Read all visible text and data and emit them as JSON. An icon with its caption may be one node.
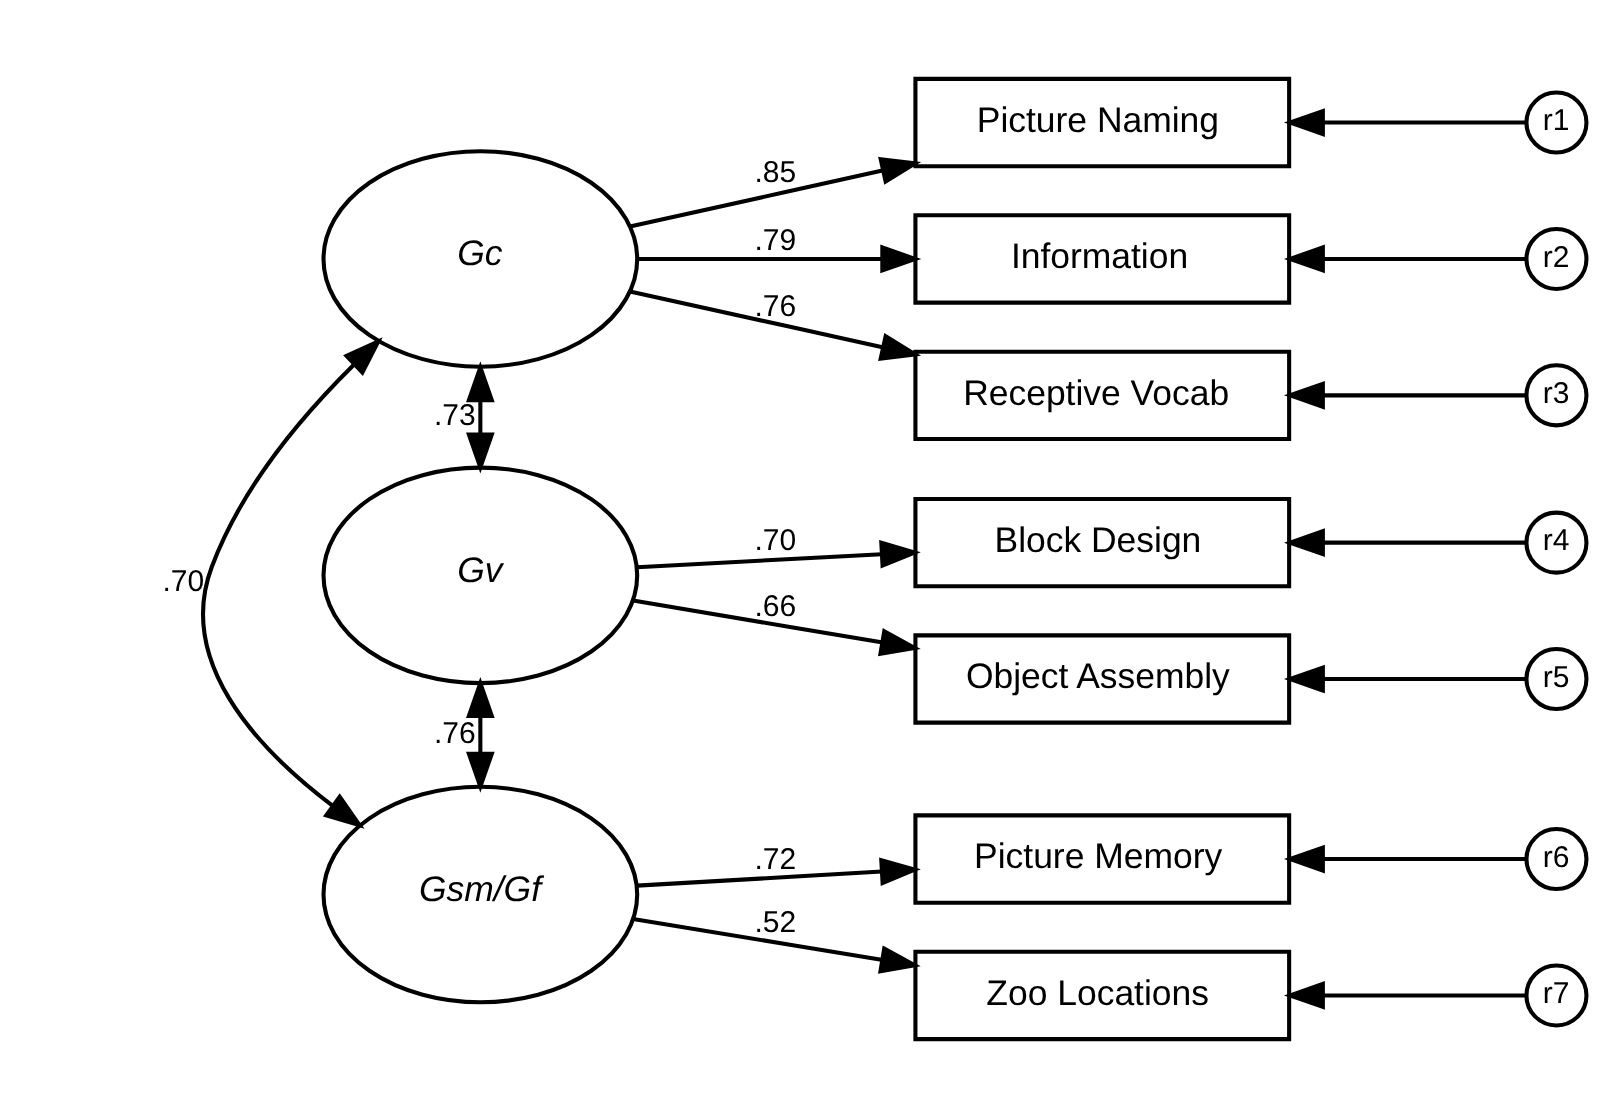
{
  "diagram": {
    "nodes": [
      {
        "text": [
          "Gc"
        ]
      },
      {
        "text": [
          "Gv"
        ]
      },
      {
        "text": [
          "Gsm/Gf"
        ]
      },
      {
        "text": [
          "Picture Naming"
        ]
      },
      {
        "text": [
          "Information"
        ]
      },
      {
        "text": [
          "Receptive Vocab"
        ]
      },
      {
        "text": [
          "Block Design"
        ]
      },
      {
        "text": [
          "Object Assembly"
        ]
      },
      {
        "text": [
          "Picture Memory"
        ]
      },
      {
        "text": [
          "Zoo Locations"
        ]
      },
      {
        "text": [
          "r1"
        ]
      },
      {
        "text": [
          "r2"
        ]
      },
      {
        "text": [
          "r3"
        ]
      },
      {
        "text": [
          "r4"
        ]
      },
      {
        "text": [
          "r5"
        ]
      },
      {
        "text": [
          "r6"
        ]
      },
      {
        "text": [
          "r7"
        ]
      }
    ],
    "edges": [
      {
        "from": 0,
        "to": 3,
        "arrow": "to",
        "label": ".85"
      },
      {
        "from": 0,
        "to": 4,
        "arrow": "to",
        "label": ".79"
      },
      {
        "from": 0,
        "to": 5,
        "arrow": "to",
        "label": ".76"
      },
      {
        "from": 1,
        "to": 6,
        "arrow": "to",
        "label": ".70"
      },
      {
        "from": 1,
        "to": 7,
        "arrow": "to",
        "label": ".66"
      },
      {
        "from": 2,
        "to": 8,
        "arrow": "to",
        "label": ".72"
      },
      {
        "from": 2,
        "to": 9,
        "arrow": "to",
        "label": ".52"
      },
      {
        "from": 10,
        "to": 3,
        "arrow": "to"
      },
      {
        "from": 11,
        "to": 4,
        "arrow": "to"
      },
      {
        "from": 12,
        "to": 5,
        "arrow": "to"
      },
      {
        "from": 13,
        "to": 6,
        "arrow": "to"
      },
      {
        "from": 14,
        "to": 7,
        "arrow": "to"
      },
      {
        "from": 15,
        "to": 8,
        "arrow": "to"
      },
      {
        "from": 16,
        "to": 9,
        "arrow": "to"
      },
      {
        "from": 0,
        "to": 1,
        "arrow": "both",
        "label": ".73"
      },
      {
        "from": 1,
        "to": 2,
        "arrow": "both",
        "label": ".76"
      },
      {
        "from": 0,
        "to": 2,
        "arrow": "both",
        "label": ".70"
      }
    ]
  }
}
